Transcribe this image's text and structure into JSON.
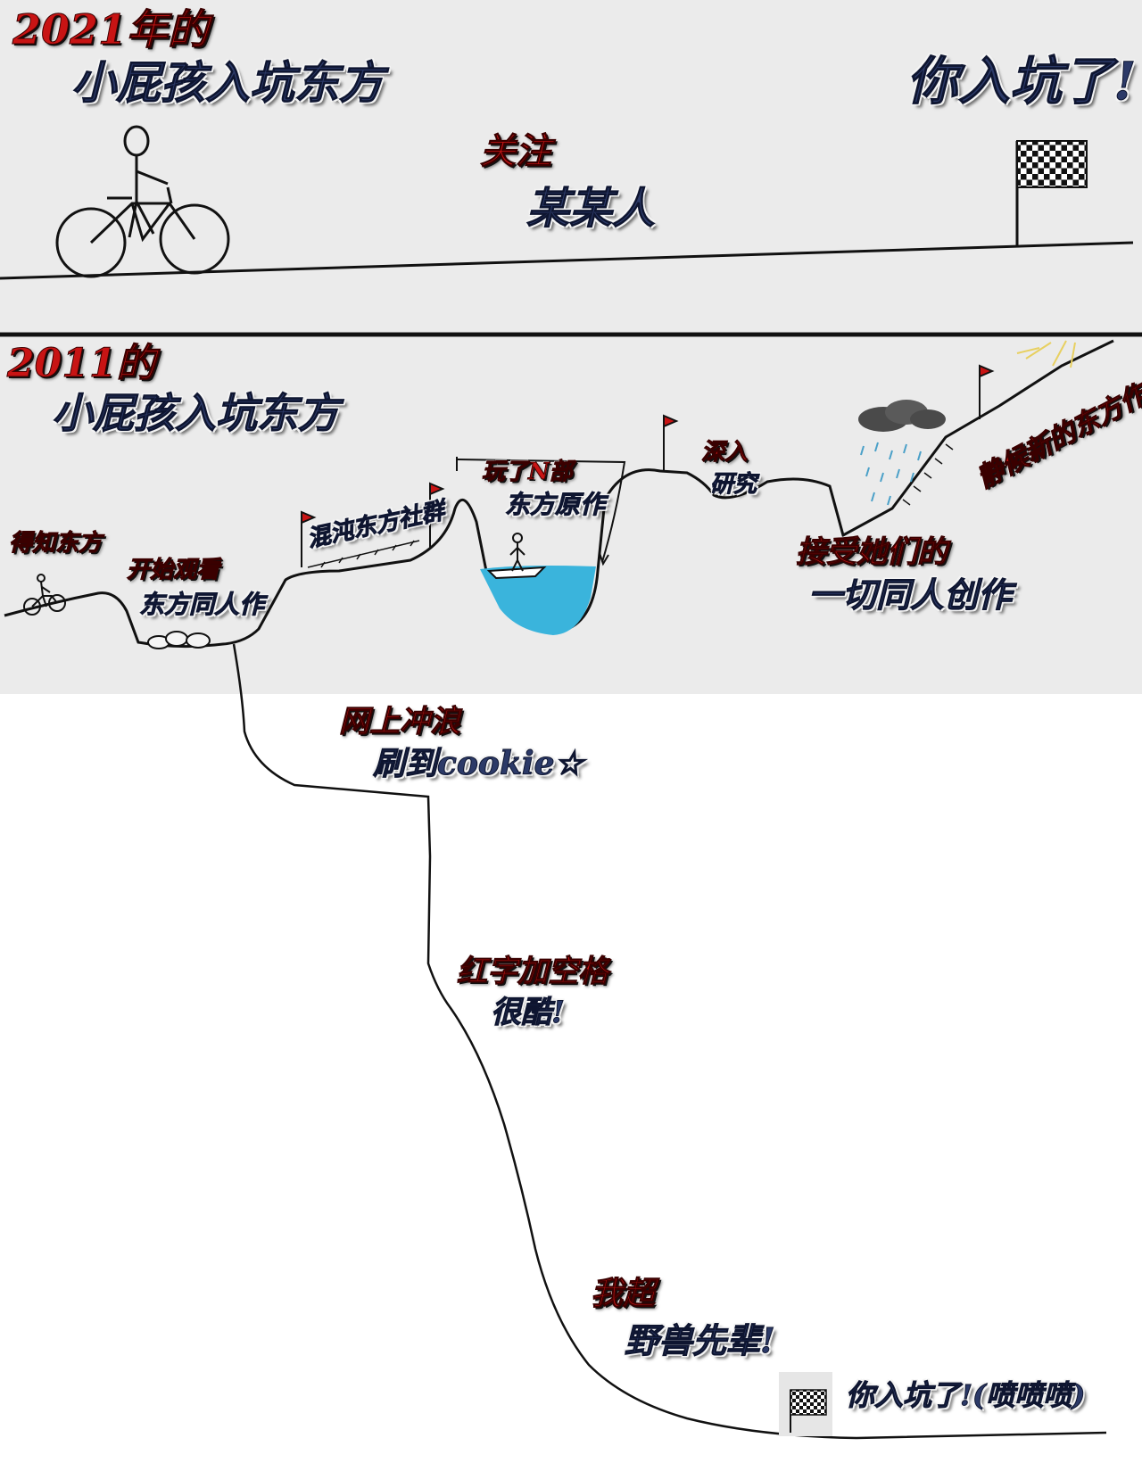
{
  "top_panel": {
    "line1": "2021年的",
    "line2": "小屁孩入坑东方",
    "step_label1": "关注",
    "step_label2": "某某人",
    "finish": "你入坑了!"
  },
  "mid_panel": {
    "line1": "2011的",
    "line2": "小屁孩入坑东方",
    "steps": [
      {
        "a": "得知东方"
      },
      {
        "a": "开始观看",
        "b": "东方同人作"
      },
      {
        "a": "混沌东方社群"
      },
      {
        "a": "玩了N部",
        "b": "东方原作"
      },
      {
        "a": "深入",
        "b": "研究"
      },
      {
        "a": "接受她们的",
        "b": "一切同人创作"
      },
      {
        "a": "静候新的东方作品"
      }
    ]
  },
  "descent": {
    "steps": [
      {
        "a": "网上冲浪",
        "b": "刷到cookie☆"
      },
      {
        "a": "红字加空格",
        "b": "很酷!"
      },
      {
        "a": "我超",
        "b": "野兽先辈!"
      }
    ],
    "finish": "你入坑了!(喷喷喷)"
  },
  "colors": {
    "panel_bg": "#ebebeb",
    "red_text": "#c81414",
    "blue_text": "#2c3a68",
    "water": "#3ab4dc"
  }
}
